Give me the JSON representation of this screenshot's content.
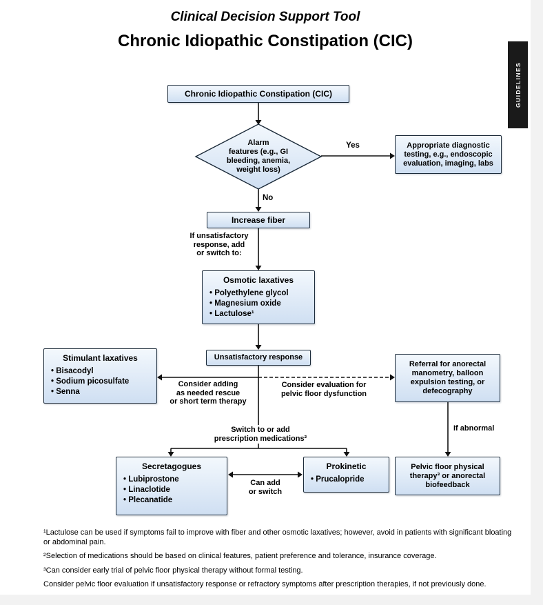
{
  "page": {
    "title": "Clinical Decision Support Tool",
    "subtitle": "Chronic Idiopathic Constipation (CIC)",
    "side_tab": "GUIDELINES"
  },
  "nodes": {
    "start": {
      "label": "Chronic Idiopathic Constipation (CIC)"
    },
    "alarm_decision": {
      "label": "Alarm\nfeatures (e.g., GI\nbleeding, anemia,\nweight loss)"
    },
    "diagnostic_testing": {
      "label": "Appropriate diagnostic\ntesting, e.g., endoscopic\nevaluation, imaging, labs"
    },
    "increase_fiber": {
      "label": "Increase fiber"
    },
    "osmotic_laxatives": {
      "title": "Osmotic laxatives",
      "items": [
        "Polyethylene glycol",
        "Magnesium oxide",
        "Lactulose¹"
      ]
    },
    "unsatisfactory_response": {
      "label": "Unsatisfactory response"
    },
    "stimulant_laxatives": {
      "title": "Stimulant laxatives",
      "items": [
        "Bisacodyl",
        "Sodium picosulfate",
        "Senna"
      ]
    },
    "anorectal_referral": {
      "label": "Referral for anorectal\nmanometry, balloon\nexpulsion testing, or\ndefecography"
    },
    "secretagogues": {
      "title": "Secretagogues",
      "items": [
        "Lubiprostone",
        "Linaclotide",
        "Plecanatide"
      ]
    },
    "prokinetic": {
      "title": "Prokinetic",
      "items": [
        "Prucalopride"
      ]
    },
    "pelvic_floor_therapy": {
      "label": "Pelvic floor physical\ntherapy³ or anorectal\nbiofeedback"
    }
  },
  "edge_labels": {
    "yes": "Yes",
    "no": "No",
    "if_unsatisfactory": "If unsatisfactory\nresponse, add\nor switch to:",
    "consider_rescue": "Consider adding\nas needed rescue\nor short term therapy",
    "consider_pelvic_eval": "Consider evaluation for\npelvic floor dysfunction",
    "switch_prescription": "Switch to or add\nprescription medications²",
    "can_add_or_switch": "Can add\nor switch",
    "if_abnormal": "If abnormal"
  },
  "footnotes": [
    "¹Lactulose can be used if symptoms fail to improve with fiber and other osmotic laxatives; however, avoid in patients with significant bloating or abdominal pain.",
    "²Selection of medications should be based on clinical features, patient preference and tolerance, insurance coverage.",
    "³Can consider early trial of pelvic floor physical therapy without formal testing.",
    "Consider pelvic floor evaluation if unsatisfactory response or refractory symptoms after prescription therapies, if not previously done."
  ],
  "colors": {
    "node_fill_top": "#f3f8fd",
    "node_fill_bottom": "#cfdff2",
    "node_border": "#1c2b3a",
    "arrow": "#111111",
    "tab_bg": "#1a1a1a",
    "tab_text": "#ffffff"
  }
}
